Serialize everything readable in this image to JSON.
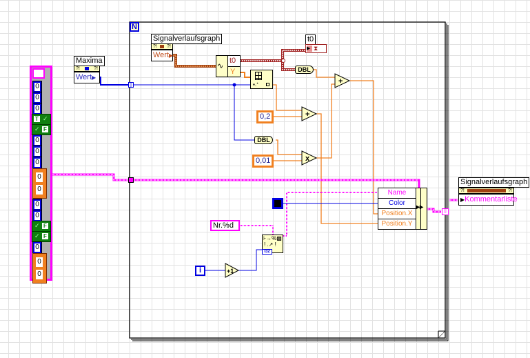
{
  "diagram": {
    "type": "LabVIEW block diagram",
    "for_loop": {
      "count_terminal": "N",
      "iteration_terminal": "i"
    },
    "input_cluster": {
      "elements": [
        {
          "kind": "numeric",
          "value": "0"
        },
        {
          "kind": "numeric",
          "value": "0"
        },
        {
          "kind": "numeric",
          "value": "0"
        },
        {
          "kind": "boolean",
          "value": "T"
        },
        {
          "kind": "boolean",
          "value": "F"
        },
        {
          "kind": "numeric",
          "value": "0"
        },
        {
          "kind": "numeric",
          "value": "0"
        },
        {
          "kind": "numeric",
          "value": "0"
        },
        {
          "kind": "numeric-pair",
          "values": [
            "0",
            "0"
          ]
        },
        {
          "kind": "numeric",
          "value": "0"
        },
        {
          "kind": "numeric",
          "value": "0"
        },
        {
          "kind": "boolean",
          "value": "F"
        },
        {
          "kind": "boolean",
          "value": "F"
        },
        {
          "kind": "numeric",
          "value": "0"
        },
        {
          "kind": "numeric-pair",
          "values": [
            "0",
            "0"
          ]
        }
      ]
    },
    "maxima_node": {
      "label": "Maxima",
      "property": "Wert"
    },
    "graph_node_in": {
      "label": "Signalverlaufsgraph",
      "property": "Wert"
    },
    "get_waveform": {
      "outputs": [
        "t0",
        "Y"
      ]
    },
    "t0_indicator": {
      "label": "t0"
    },
    "conversions": {
      "dbl_label": "DBL"
    },
    "constants": {
      "c1": "0,2",
      "c2": "0,01"
    },
    "operators": {
      "add": "+",
      "multiply": "x",
      "increment": "+1"
    },
    "format_string": {
      "text": "Nr.%d",
      "type_label": "I32"
    },
    "bundle_by_name": {
      "fields": [
        {
          "name": "Name",
          "color": "#ff00ff"
        },
        {
          "name": "Color",
          "color": "#0000e0"
        },
        {
          "name": "Position.X",
          "color": "#f08020"
        },
        {
          "name": "Position.Y",
          "color": "#f08020"
        }
      ]
    },
    "graph_node_out": {
      "label": "Signalverlaufsgraph",
      "property": "Kommentarliste"
    },
    "colors": {
      "wire_numeric_int": "#0000e0",
      "wire_numeric_dbl": "#f08020",
      "wire_string_cluster": "#ff00ff",
      "wire_waveform": "#a02020",
      "node_fill": "#ffffc8"
    }
  }
}
